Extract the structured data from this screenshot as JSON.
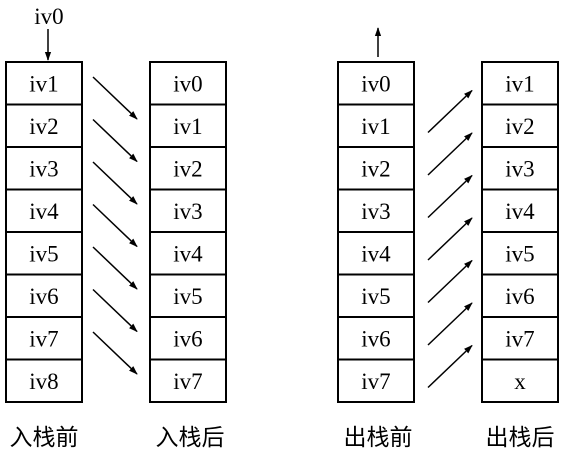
{
  "diagram": {
    "input_arrow_label": "iv0",
    "stacks": [
      {
        "caption": "入栈前",
        "cells": [
          "iv1",
          "iv2",
          "iv3",
          "iv4",
          "iv5",
          "iv6",
          "iv7",
          "iv8"
        ]
      },
      {
        "caption": "入栈后",
        "cells": [
          "iv0",
          "iv1",
          "iv2",
          "iv3",
          "iv4",
          "iv5",
          "iv6",
          "iv7"
        ]
      },
      {
        "caption": "出栈前",
        "cells": [
          "iv0",
          "iv1",
          "iv2",
          "iv3",
          "iv4",
          "iv5",
          "iv6",
          "iv7"
        ]
      },
      {
        "caption": "出栈后",
        "cells": [
          "iv1",
          "iv2",
          "iv3",
          "iv4",
          "iv5",
          "iv6",
          "iv7",
          "x"
        ]
      }
    ],
    "colors": {
      "line": "#000000",
      "background": "#ffffff"
    }
  }
}
